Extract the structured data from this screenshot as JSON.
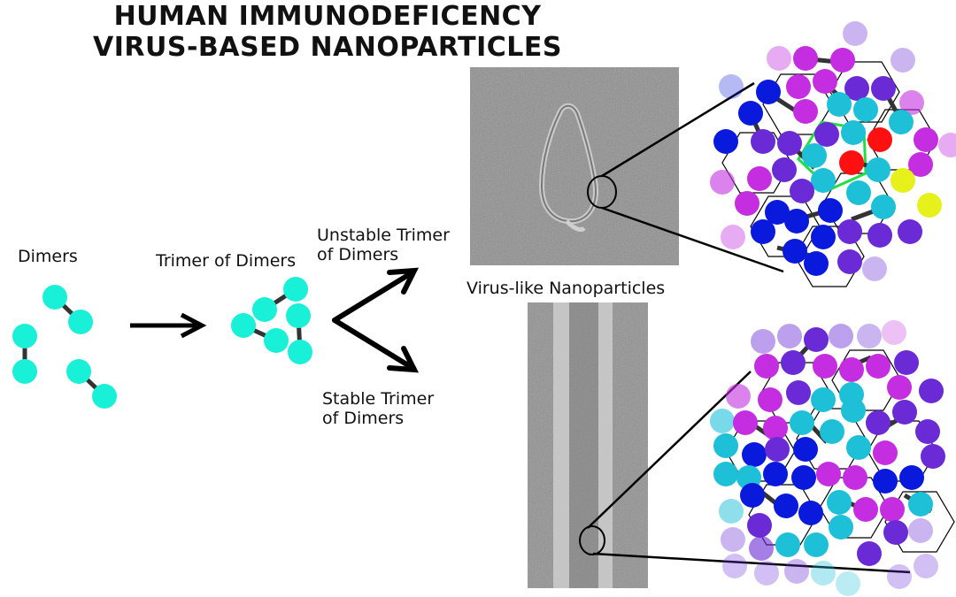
{
  "title": {
    "line1": "HUMAN IMMUNODEFICENCY",
    "line2": "VIRUS-BASED NANOPARTICLES"
  },
  "labels": {
    "dimers": "Dimers",
    "trimer_of_dimers": "Trimer of Dimers",
    "unstable_line1": "Unstable Trimer",
    "unstable_line2": "of Dimers",
    "stable_line1": "Stable Trimer",
    "stable_line2": "of Dimers",
    "nanoparticles": "Virus-like Nanoparticles"
  },
  "colors": {
    "cyan": "#19f0d8",
    "bond": "#333333",
    "blue": "#0a1adc",
    "violet": "#6a2ad6",
    "magenta": "#c42ee0",
    "teal": "#1ec0d8",
    "red": "#ff1010",
    "yellow": "#e6f01a",
    "green": "#22dd44",
    "micrograph": "#8a8a8a"
  },
  "icons": {
    "arrow": "right-arrow-icon",
    "split_arrow": "split-arrow-icon",
    "zoom_circle": "zoom-circle-icon"
  }
}
